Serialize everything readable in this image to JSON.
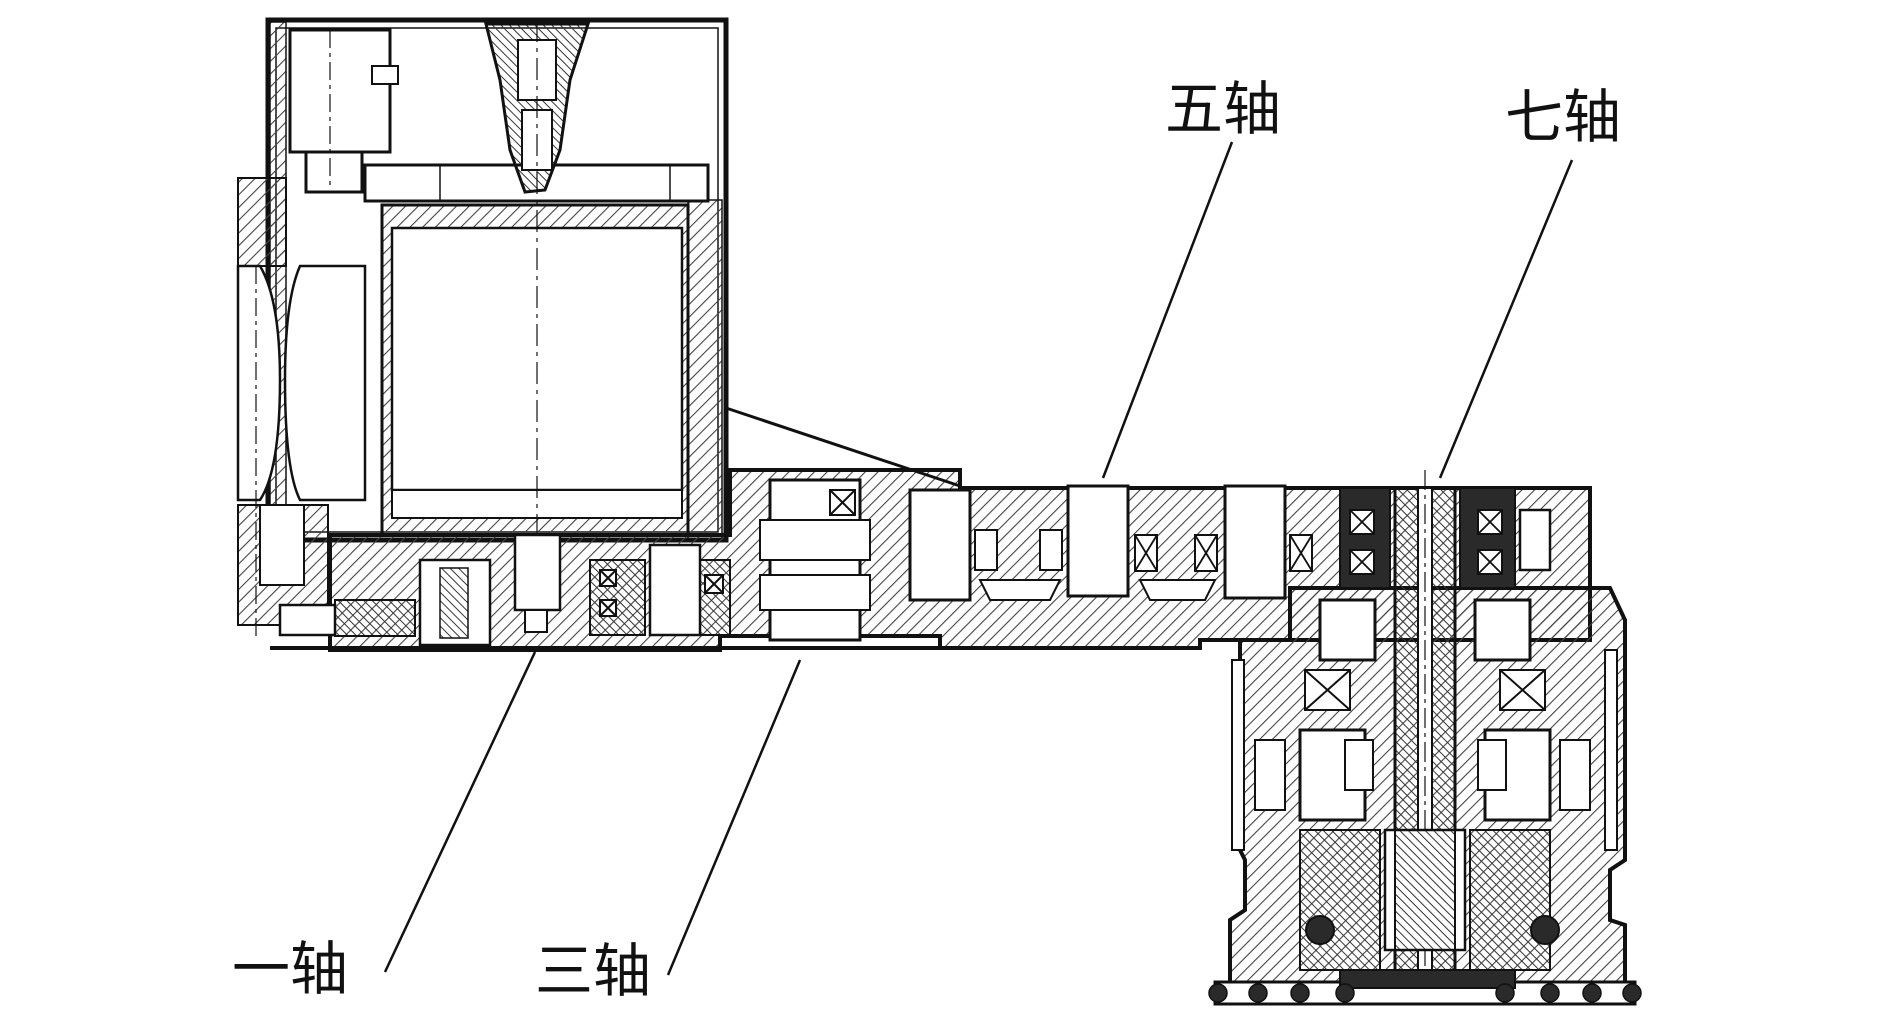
{
  "labels": {
    "axis_5": "五轴",
    "axis_7": "七轴",
    "axis_1": "一轴",
    "axis_3": "三轴"
  },
  "colors": {
    "ink": "#111111",
    "hatch": "#444444",
    "fill_dark": "#2a2a2a",
    "paper": "#ffffff"
  }
}
